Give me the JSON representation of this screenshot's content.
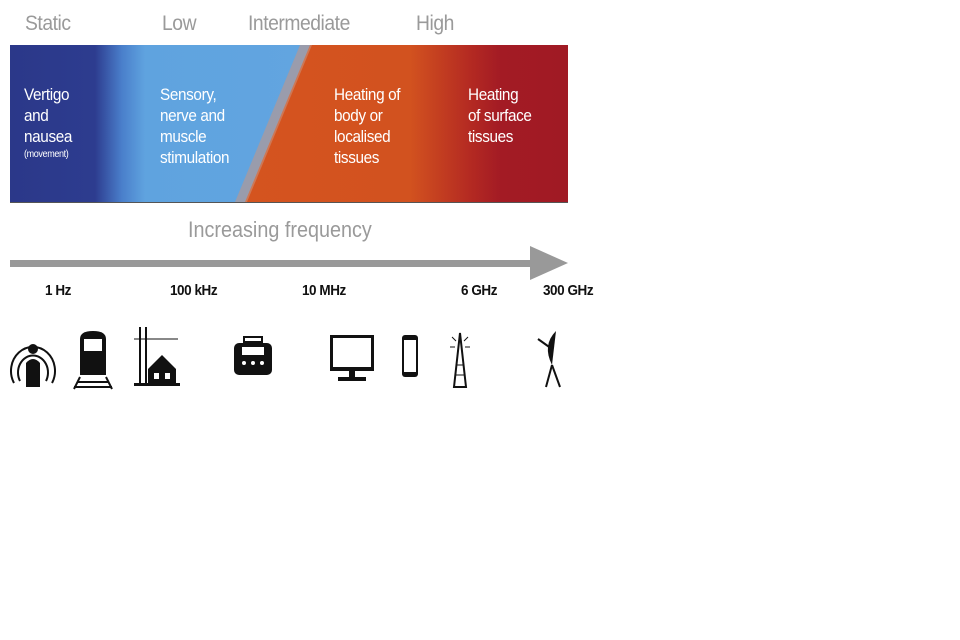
{
  "levels": [
    "Static",
    "Low",
    "Intermediate",
    "High"
  ],
  "effects": [
    {
      "lines": [
        "Vertigo",
        "and",
        "nausea"
      ],
      "note": "(movement)"
    },
    {
      "lines": [
        "Sensory,",
        "nerve and",
        "muscle",
        "stimulation"
      ]
    },
    {
      "lines": [
        "Heating of",
        "body or",
        "localised",
        "tissues"
      ]
    },
    {
      "lines": [
        "Heating",
        "of surface",
        "tissues"
      ]
    }
  ],
  "arrow_label": "Increasing frequency",
  "frequencies": [
    "1 Hz",
    "100 kHz",
    "10 MHz",
    "6 GHz",
    "300 GHz"
  ],
  "icons": [
    "mri-scanner-icon",
    "train-icon",
    "power-line-house-icon",
    "radio-icon",
    "television-icon",
    "mobile-phone-icon",
    "transmission-tower-icon",
    "satellite-dish-icon"
  ],
  "colors": {
    "static": "#2b3889",
    "low": "#5fa3df",
    "intermediate": "#d4501f",
    "high": "#a01a24",
    "label_gray": "#9a9a9a"
  }
}
